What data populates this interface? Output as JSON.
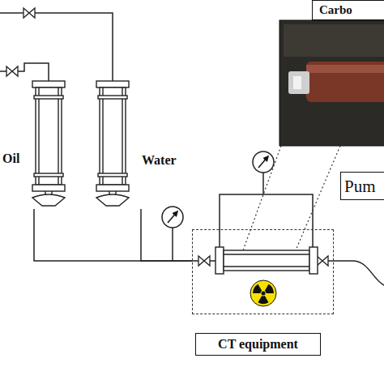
{
  "diagram": {
    "nodes": [
      {
        "text": [
          "Oil"
        ]
      },
      {
        "text": [
          "Water"
        ]
      },
      {
        "text": [
          "Carbo"
        ]
      },
      {
        "text": [
          "Pum"
        ]
      },
      {
        "text": [
          "CT equipment"
        ]
      }
    ],
    "edges": [
      {
        "from": 0,
        "to": 4,
        "arrow": "none"
      },
      {
        "from": 1,
        "to": 4,
        "arrow": "none"
      }
    ]
  }
}
